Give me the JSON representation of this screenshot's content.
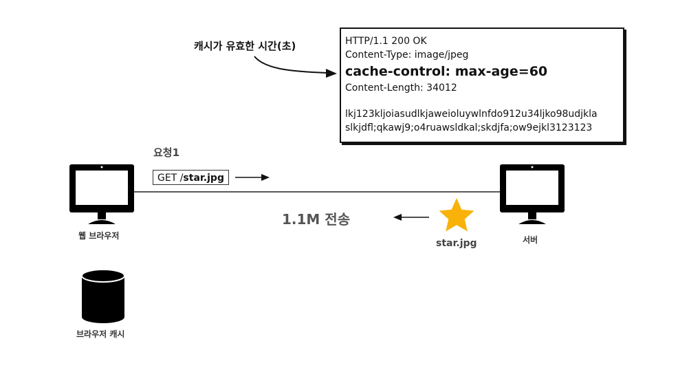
{
  "response": {
    "status_line": "HTTP/1.1 200 OK",
    "content_type": "Content-Type: image/jpeg",
    "cache_control": "cache-control: max-age=60",
    "content_length": "Content-Length: 34012",
    "body_line1": "lkj123kljoiasudlkjaweioluywlnfdo912u34ljko98udjkla",
    "body_line2": "slkjdfl;qkawj9;o4ruawsldkal;skdjfa;ow9ejkl3123123"
  },
  "annotation": {
    "cache_note": "캐시가 유효한 시간(초)"
  },
  "request": {
    "label": "요청1",
    "method": "GET /",
    "path": "star.jpg"
  },
  "transfer": {
    "label": "1.1M 전송"
  },
  "file": {
    "label": "star.jpg",
    "color": "#F9B209"
  },
  "nodes": {
    "browser": "웹 브라우저",
    "server": "서버",
    "browser_cache": "브라우저 캐시"
  }
}
